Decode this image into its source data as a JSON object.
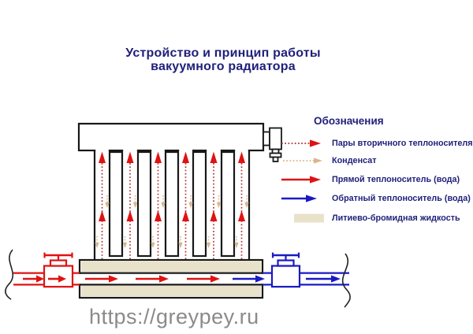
{
  "title": {
    "line1": "Устройство и принцип работы",
    "line2": "вакуумного радиатора"
  },
  "legend": {
    "heading": "Обозначения",
    "items": [
      {
        "icon": "dotted-red-arrow-icon",
        "label": "Пары вторичного теплоносителя"
      },
      {
        "icon": "dotted-tan-arrow-icon",
        "label": "Конденсат"
      },
      {
        "icon": "solid-red-arrow-icon",
        "label": "Прямой теплоноситель (вода)"
      },
      {
        "icon": "solid-blue-arrow-icon",
        "label": "Обратный теплоноситель (вода)"
      },
      {
        "icon": "beige-swatch-icon",
        "label": "Литиево-бромидная жидкость"
      }
    ]
  },
  "watermark": "https://greypey.ru",
  "diagram": {
    "vapor_channel_count": 6,
    "fin_count": 5,
    "pipe_flow_arrows": {
      "red": 4,
      "blue": 2
    }
  },
  "colors": {
    "text_navy": "#1f1f7a",
    "arrow_red": "#e01212",
    "vapor_dotted_maroon": "#ad3333",
    "arrow_blue": "#1a1ac4",
    "condensate_tan": "#dbb58c",
    "lithium_bromide_beige": "#e9e2ca",
    "outline_black": "#181818",
    "watermark_gray": "#8a8a8a",
    "background": "#ffffff"
  }
}
